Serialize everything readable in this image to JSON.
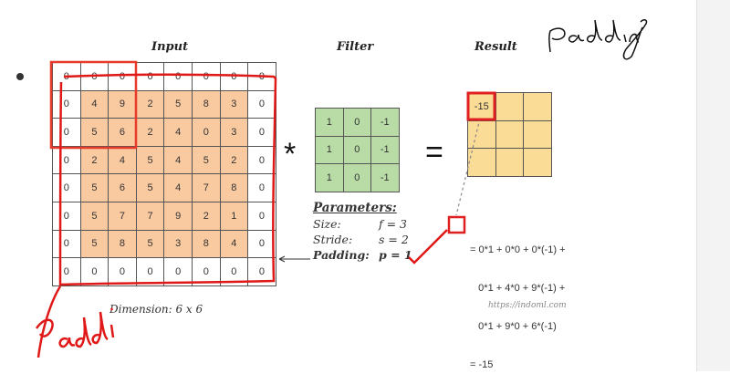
{
  "titles": {
    "input": "Input",
    "filter": "Filter",
    "result": "Result"
  },
  "input_grid": [
    [
      "0",
      "0",
      "0",
      "0",
      "0",
      "0",
      "0",
      "0"
    ],
    [
      "0",
      "4",
      "9",
      "2",
      "5",
      "8",
      "3",
      "0"
    ],
    [
      "0",
      "5",
      "6",
      "2",
      "4",
      "0",
      "3",
      "0"
    ],
    [
      "0",
      "2",
      "4",
      "5",
      "4",
      "5",
      "2",
      "0"
    ],
    [
      "0",
      "5",
      "6",
      "5",
      "4",
      "7",
      "8",
      "0"
    ],
    [
      "0",
      "5",
      "7",
      "7",
      "9",
      "2",
      "1",
      "0"
    ],
    [
      "0",
      "5",
      "8",
      "5",
      "3",
      "8",
      "4",
      "0"
    ],
    [
      "0",
      "0",
      "0",
      "0",
      "0",
      "0",
      "0",
      "0"
    ]
  ],
  "filter_grid": [
    [
      "1",
      "0",
      "-1"
    ],
    [
      "1",
      "0",
      "-1"
    ],
    [
      "1",
      "0",
      "-1"
    ]
  ],
  "result_grid": [
    [
      "-15",
      "",
      ""
    ],
    [
      "",
      "",
      ""
    ],
    [
      "",
      "",
      ""
    ]
  ],
  "operators": {
    "convolve": "*",
    "equals": "="
  },
  "parameters": {
    "heading": "Parameters:",
    "size_label": "Size:",
    "size_value": "f = 3",
    "stride_label": "Stride:",
    "stride_value": "s = 2",
    "padding_label": "Padding:",
    "padding_value": "p = 1"
  },
  "formula": {
    "lines": [
      "= 0*1 + 0*0 + 0*(-1) +",
      "   0*1 + 4*0 + 9*(-1) +",
      "   0*1 + 9*0 + 6*(-1)",
      "= -15"
    ]
  },
  "dimension": "Dimension: 6 x 6",
  "source_url": "https://indoml.com",
  "annotations": {
    "top_right": "Padding",
    "bottom_left": "Paddi"
  },
  "colors": {
    "input_fill": "#f9c9a0",
    "filter_fill": "#b9dca7",
    "result_fill": "#fbdc96",
    "annotation": "#e02020"
  }
}
